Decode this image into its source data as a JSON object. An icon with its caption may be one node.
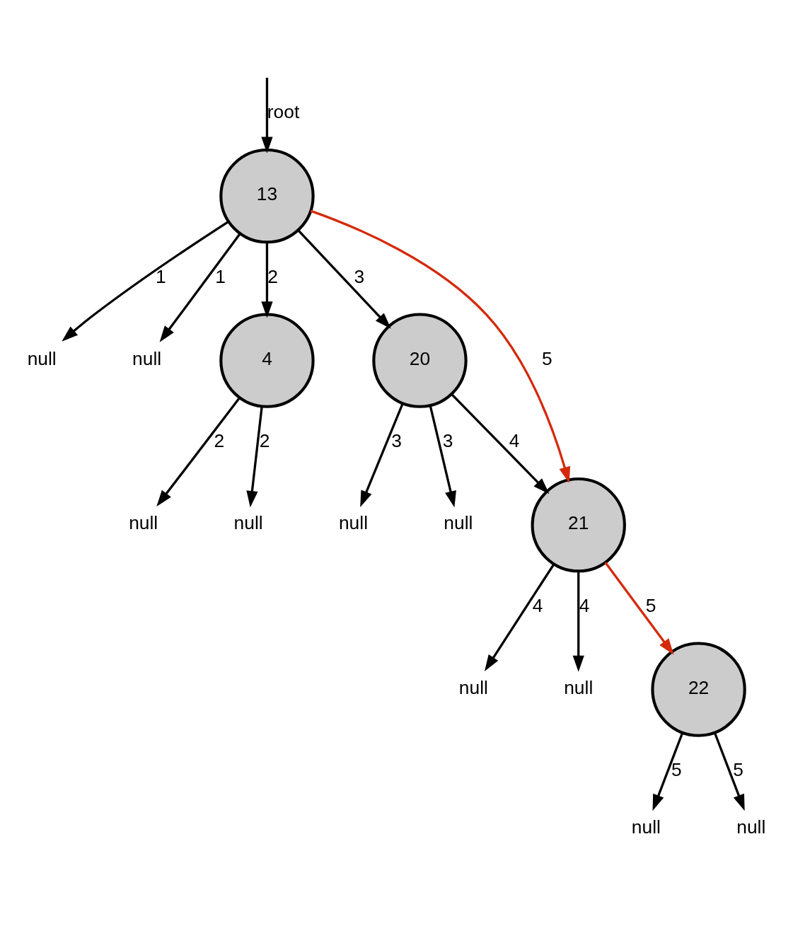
{
  "diagram": {
    "nodes": [
      {
        "text": [
          "13"
        ]
      },
      {
        "text": [
          "null"
        ]
      },
      {
        "text": [
          "null"
        ]
      },
      {
        "text": [
          "4"
        ]
      },
      {
        "text": [
          "20"
        ]
      },
      {
        "text": [
          "null"
        ]
      },
      {
        "text": [
          "null"
        ]
      },
      {
        "text": [
          "null"
        ]
      },
      {
        "text": [
          "null"
        ]
      },
      {
        "text": [
          "21"
        ]
      },
      {
        "text": [
          "null"
        ]
      },
      {
        "text": [
          "null"
        ]
      },
      {
        "text": [
          "22"
        ]
      },
      {
        "text": [
          "null"
        ]
      },
      {
        "text": [
          "null"
        ]
      }
    ],
    "edges": [
      {
        "from": null,
        "to": 0,
        "arrow": "to",
        "label": "root"
      },
      {
        "from": 0,
        "to": 1,
        "arrow": "to",
        "label": "1"
      },
      {
        "from": 0,
        "to": 3,
        "arrow": "to",
        "label": "2"
      },
      {
        "from": 0,
        "to": 4,
        "arrow": "to",
        "label": "3"
      },
      {
        "from": 0,
        "to": 2,
        "arrow": "to",
        "label": "1"
      },
      {
        "from": 0,
        "to": 9,
        "arrow": "to",
        "label": "5",
        "color": "#d42a0c"
      },
      {
        "from": 3,
        "to": 5,
        "arrow": "to",
        "label": "2"
      },
      {
        "from": 3,
        "to": 6,
        "arrow": "to",
        "label": "2"
      },
      {
        "from": 4,
        "to": 7,
        "arrow": "to",
        "label": "3"
      },
      {
        "from": 4,
        "to": 9,
        "arrow": "to",
        "label": "4"
      },
      {
        "from": 4,
        "to": 8,
        "arrow": "to",
        "label": "3"
      },
      {
        "from": 9,
        "to": 10,
        "arrow": "to",
        "label": "4"
      },
      {
        "from": 9,
        "to": 12,
        "arrow": "to",
        "label": "5",
        "color": "#d42a0c"
      },
      {
        "from": 9,
        "to": 11,
        "arrow": "to",
        "label": "4"
      },
      {
        "from": 12,
        "to": 13,
        "arrow": "to",
        "label": "5"
      },
      {
        "from": 12,
        "to": 14,
        "arrow": "to",
        "label": "5"
      }
    ]
  }
}
